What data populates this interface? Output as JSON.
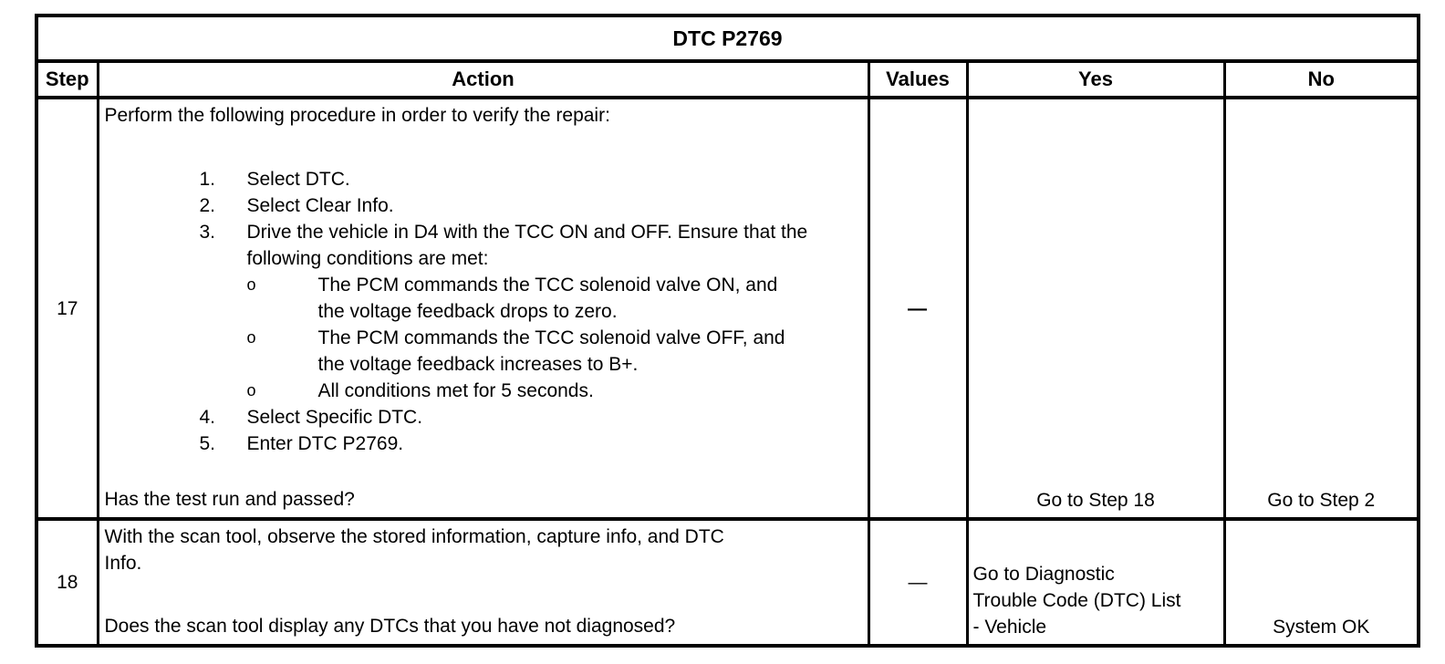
{
  "table": {
    "title": "DTC P2769",
    "columns": [
      "Step",
      "Action",
      "Values",
      "Yes",
      "No"
    ],
    "rows": [
      {
        "step": "17",
        "action": {
          "intro": "Perform the following procedure in order to verify the repair:",
          "items": [
            {
              "marker": "1.",
              "text": "Select DTC."
            },
            {
              "marker": "2.",
              "text": "Select Clear Info."
            },
            {
              "marker": "3.",
              "text": "Drive the vehicle in D4 with the TCC ON and OFF. Ensure that the\nfollowing conditions are met:"
            }
          ],
          "subitems": [
            {
              "marker": "o",
              "text": "The PCM commands the TCC solenoid valve ON, and\nthe voltage feedback drops to zero."
            },
            {
              "marker": "o",
              "text": "The PCM commands the TCC solenoid valve OFF, and\nthe voltage feedback increases to B+."
            },
            {
              "marker": "o",
              "text": "All conditions met for 5 seconds."
            }
          ],
          "items2": [
            {
              "marker": "4.",
              "text": "Select Specific DTC."
            },
            {
              "marker": "5.",
              "text": "Enter DTC P2769."
            }
          ],
          "question": "Has the test run and passed?"
        },
        "values": "—",
        "yes": "Go to Step 18",
        "no": "Go to Step 2"
      },
      {
        "step": "18",
        "action": {
          "intro": "With the scan tool, observe the stored information, capture info, and DTC\nInfo.",
          "question": "Does the scan tool display any DTCs that you have not diagnosed?"
        },
        "values": "—",
        "yes": "Go to Diagnostic\nTrouble Code (DTC) List\n- Vehicle",
        "no": "System OK"
      }
    ]
  }
}
